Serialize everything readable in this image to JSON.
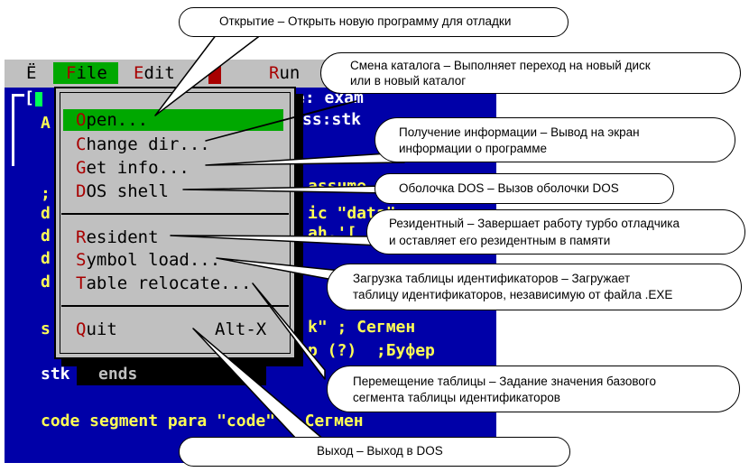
{
  "menubar": {
    "system": "Ё",
    "file": {
      "hot": "F",
      "rest": "ile"
    },
    "edit": {
      "hot": "E",
      "rest": "dit"
    },
    "run": {
      "hot": "R",
      "rest": "un"
    }
  },
  "code_lines": {
    "title_frag": "e: exam",
    "line_a1": "A",
    "line_stk1": "ss:stk",
    "line_semi": ";",
    "line_assume": "assume",
    "d1": "d",
    "d1r": "ic \"data\",",
    "d2": "d",
    "d2r": "ah,'[",
    "d3": "d",
    "d4": "d",
    "s1": "s",
    "s1r": "k\" ; Сегмен",
    "p_line": "p (?)  ;Буфер",
    "stk_name": "stk",
    "stk_ends": "ends",
    "code_line": "code segment para \"code\" ; Сегмен"
  },
  "file_menu": {
    "items": [
      {
        "hot": "O",
        "rest": "pen..."
      },
      {
        "hot": "C",
        "rest": "hange dir..."
      },
      {
        "hot": "G",
        "rest": "et info..."
      },
      {
        "hot": "D",
        "rest": "OS shell"
      },
      {
        "hot": "R",
        "rest": "esident"
      },
      {
        "hot": "S",
        "rest": "ymbol load..."
      },
      {
        "hot": "T",
        "rest": "able relocate..."
      }
    ],
    "quit": {
      "hot": "Q",
      "rest": "uit",
      "shortcut": "Alt-X"
    }
  },
  "callouts": {
    "open": "Открытие – Открыть новую программу для отладки",
    "chdir_1": "Смена каталога – Выполняет переход на новый диск",
    "chdir_2": "или в новый каталог",
    "info_1": "Получение информации – Вывод на экран",
    "info_2": "информации о программе",
    "dos": "Оболочка DOS – Вызов оболочки DOS",
    "resident_1": "Резидентный – Завершает работу турбо отладчика",
    "resident_2": "и оставляет его резидентным в памяти",
    "symbol_1": "Загрузка таблицы идентификаторов – Загружает",
    "symbol_2": "таблицу идентификаторов, независимую от файла .EXE",
    "table_1": "Перемещение таблицы – Задание значения базового",
    "table_2": "сегмента таблицы идентификаторов",
    "quit": "Выход – Выход в DOS"
  },
  "colors": {
    "screen_bg": "#0000a8",
    "menu_bg": "#c0c0c0",
    "highlight": "#00a800",
    "hotkey": "#a80000",
    "code_text": "#ffff55"
  }
}
